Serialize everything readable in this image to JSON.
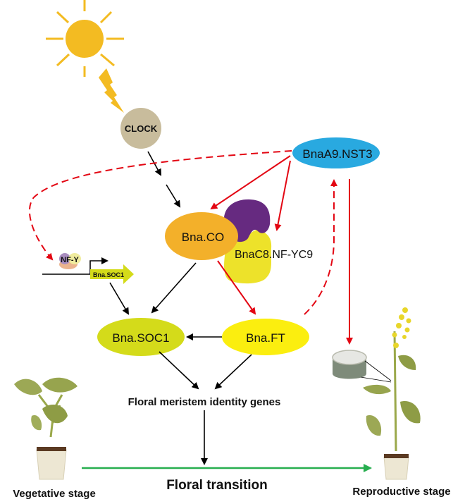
{
  "diagram": {
    "nodes": {
      "clock": "CLOCK",
      "nst3": "BnaA9.NST3",
      "co": "Bna.CO",
      "nfyc9": "BnaC8.NF-YC9",
      "nfy": "NF-Y",
      "soc1_gene": "Bna.SOC1",
      "soc1": "Bna.SOC1",
      "ft": "Bna.FT",
      "fmi": "Floral meristem identity genes"
    },
    "stages": {
      "vegetative": "Vegetative stage",
      "transition": "Floral transition",
      "reproductive": "Reproductive stage"
    },
    "icons": [
      "sun-icon",
      "lightning-icon",
      "plant-vegetative-icon",
      "plant-reproductive-icon",
      "stem-cross-section-icon"
    ],
    "colors": {
      "sun": "#F3BB22",
      "clock": "#C8BC9C",
      "nst3": "#29A9E0",
      "co": "#F3B02A",
      "nfyc9_purple": "#662A80",
      "nfyc9_yellow": "#EDE22A",
      "soc1": "#D4DB1A",
      "ft": "#FBEE0F",
      "activation": "#E30613",
      "regulation": "#000000",
      "transition": "#27AE4F"
    }
  }
}
